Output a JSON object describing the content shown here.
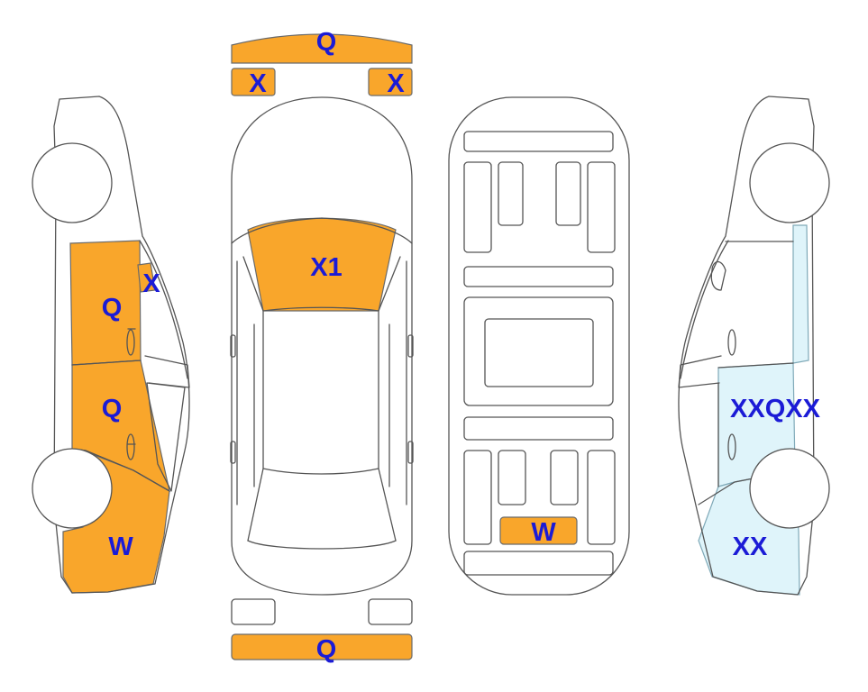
{
  "colors": {
    "damage_orange": "#f9a62b",
    "damage_blue": "#dff4fa",
    "label": "#1b1bd6",
    "outline": "#555555"
  },
  "labels": {
    "front_bumper": "Q",
    "front_left_lamp": "X",
    "front_right_lamp": "X",
    "hood": "X1",
    "left_mirror": "X",
    "left_front_door": "Q",
    "left_rear_door": "Q",
    "left_rear_quarter": "W",
    "underbody_panel": "W",
    "right_rear_door": "XXQXX",
    "right_rear_quarter": "XX",
    "rear_bumper": "Q"
  }
}
